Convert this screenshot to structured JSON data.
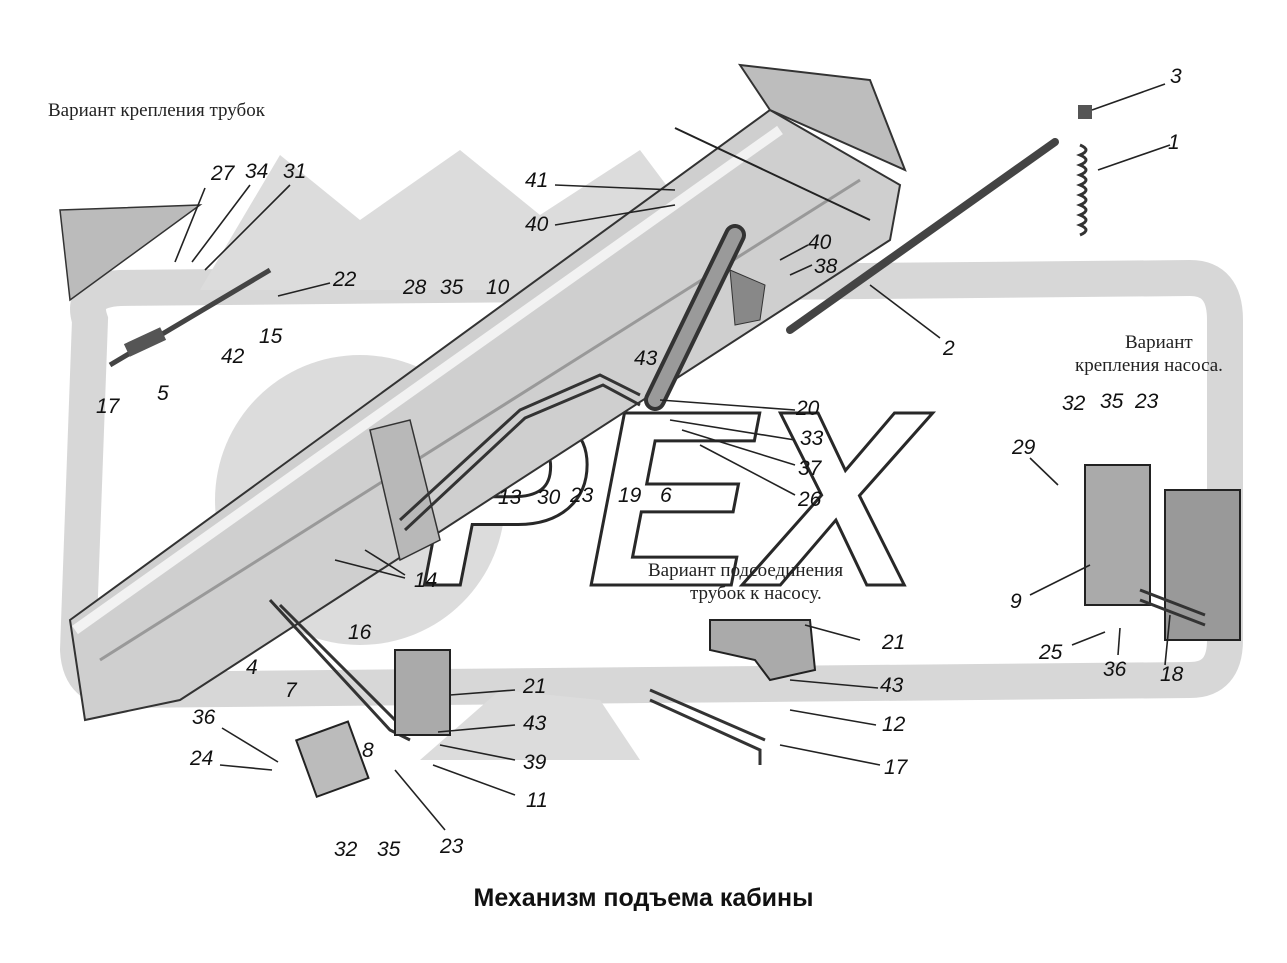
{
  "title": "Механизм подъема кабины",
  "notes": {
    "tubes_mount": "Вариант крепления трубок",
    "pump_mount_line1": "Вариант",
    "pump_mount_line2": "крепления насоса.",
    "pump_connect_line1": "Вариант подсоединения",
    "pump_connect_line2": "трубок к насосу."
  },
  "callouts": [
    "3",
    "1",
    "2",
    "41",
    "40",
    "40",
    "38",
    "27",
    "34",
    "31",
    "22",
    "28",
    "35",
    "10",
    "15",
    "42",
    "5",
    "17",
    "43",
    "20",
    "33",
    "37",
    "26",
    "6",
    "19",
    "23",
    "30",
    "13",
    "14",
    "4",
    "16",
    "7",
    "8",
    "21",
    "43",
    "39",
    "11",
    "23",
    "36",
    "24",
    "32",
    "35",
    "21",
    "43",
    "12",
    "17",
    "32",
    "35",
    "23",
    "29",
    "9",
    "25",
    "36",
    "18"
  ]
}
